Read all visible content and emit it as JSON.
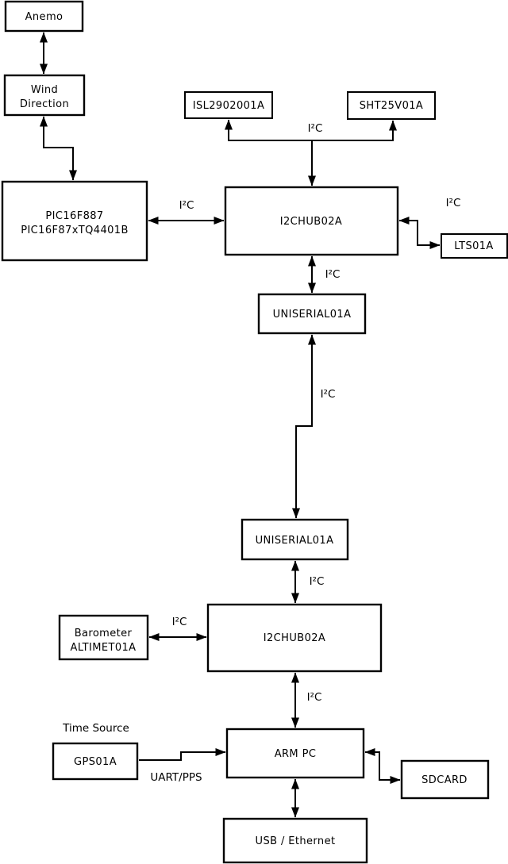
{
  "colors": {
    "background": "#ffffff",
    "line": "#000000",
    "box_fill": "#ffffff"
  },
  "nodes": {
    "anemo": {
      "label": "Anemo"
    },
    "wind_direction": {
      "line1": "Wind",
      "line2": "Direction"
    },
    "pic": {
      "line1": "PIC16F887",
      "line2": "PIC16F87xTQ4401B"
    },
    "isl": {
      "label": "ISL2902001A"
    },
    "sht": {
      "label": "SHT25V01A"
    },
    "i2c_hub_top": {
      "label": "I2CHUB02A"
    },
    "lts": {
      "label": "LTS01A"
    },
    "uniserial_top": {
      "label": "UNISERIAL01A"
    },
    "uniserial_bottom": {
      "label": "UNISERIAL01A"
    },
    "i2c_hub_bottom": {
      "label": "I2CHUB02A"
    },
    "barometer": {
      "line1": "Barometer",
      "line2": "ALTIMET01A"
    },
    "arm_pc": {
      "label": "ARM PC"
    },
    "gps": {
      "label": "GPS01A"
    },
    "sdcard": {
      "label": "SDCARD"
    },
    "usb_ethernet": {
      "label": "USB / Ethernet"
    }
  },
  "edge_labels": {
    "pic_hub": "I²C",
    "sensor_bus": "I²C",
    "lts_link": "I²C",
    "hub_uniserial": "I²C",
    "long_link": "I²C",
    "uniserial_hub2": "I²C",
    "barometer_link": "I²C",
    "hub2_arm": "I²C",
    "time_source": "Time Source",
    "uart_pps": "UART/PPS"
  }
}
